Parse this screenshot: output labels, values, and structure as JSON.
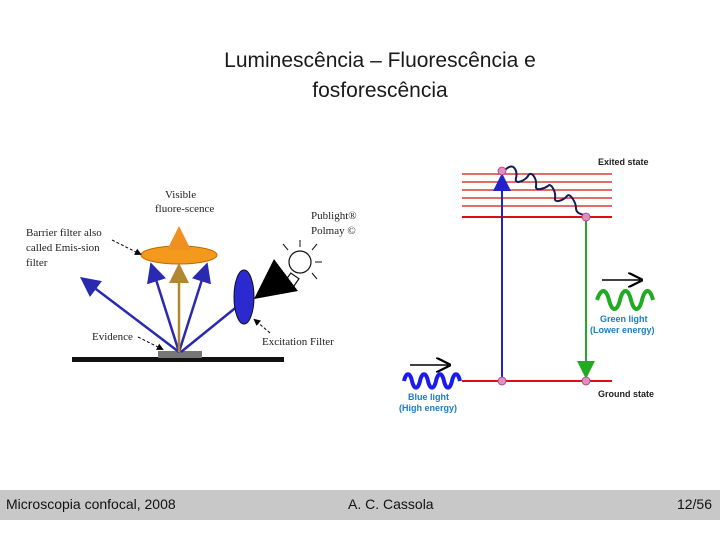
{
  "slide": {
    "title_line1": "Luminescência – Fluorescência e",
    "title_line2": "fosforescência"
  },
  "left_diagram": {
    "visible_label_line1": "Visible",
    "visible_label_line2": "fluore-scence",
    "barrier_label_line1": "Barrier filter also",
    "barrier_label_line2": "called Emis-sion",
    "barrier_label_line3": "filter",
    "lamp_label_line1": "Publight®",
    "lamp_label_line2": "Polmay ©",
    "evidence_label": "Evidence",
    "excitation_label": "Excitation Filter"
  },
  "energy_diagram": {
    "excited_state_label": "Exited state",
    "ground_state_label": "Ground state",
    "green_light_line1": "Green light",
    "green_light_line2": "(Lower energy)",
    "blue_light_line1": "Blue light",
    "blue_light_line2": "(High energy)",
    "colors": {
      "level_red": "#d81010",
      "blue_arrow": "#2222cc",
      "green_arrow": "#22aa22",
      "blue_wave": "#1a1aee",
      "green_wave": "#22aa22"
    }
  },
  "footer": {
    "left": "Microscopia confocal, 2008",
    "center": "A. C. Cassola",
    "right": "12/56"
  }
}
